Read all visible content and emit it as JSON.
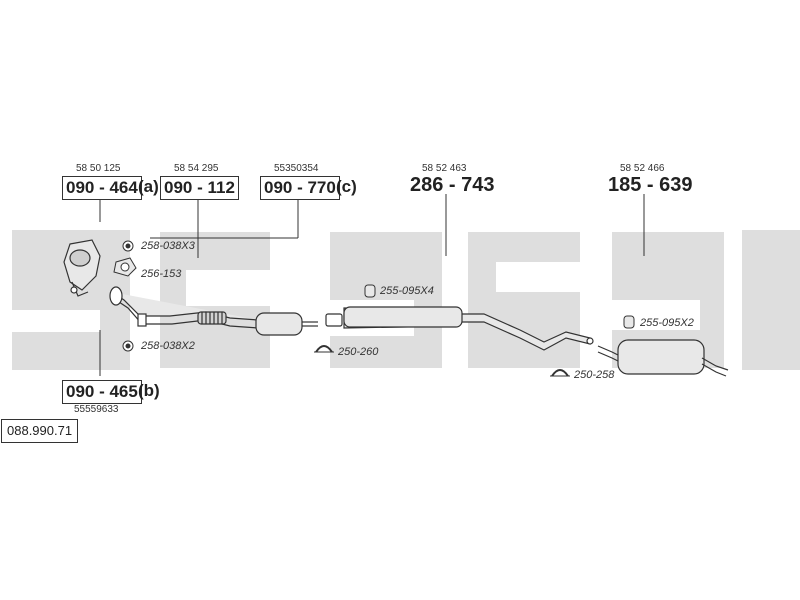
{
  "diagram_code": "088.990.71",
  "assemblies": [
    {
      "oe_number": "58 50 125",
      "part_number": "090 - 464",
      "suffix": "(a)"
    },
    {
      "oe_number": "58 54 295",
      "part_number": "090 - 112"
    },
    {
      "oe_number": "55350354",
      "part_number": "090 - 770",
      "suffix": "(c)"
    },
    {
      "oe_number": "58 52 463",
      "part_number": "286 - 743"
    },
    {
      "oe_number": "58 52 466",
      "part_number": "185 - 639"
    },
    {
      "oe_number": "55559633",
      "part_number": "090 - 465",
      "suffix": "(b)"
    }
  ],
  "fittings": [
    {
      "label": "258-038X3",
      "icon": "nut-icon"
    },
    {
      "label": "256-153",
      "icon": "gasket-icon"
    },
    {
      "label": "258-038X2",
      "icon": "nut-icon"
    },
    {
      "label": "250-260",
      "icon": "clamp-icon"
    },
    {
      "label": "255-095X4",
      "icon": "rubber-mount-icon"
    },
    {
      "label": "250-258",
      "icon": "clamp-icon"
    },
    {
      "label": "255-095X2",
      "icon": "rubber-mount-icon"
    }
  ],
  "colors": {
    "watermark": "#dedede",
    "line": "#333333",
    "part_fill": "#e8e8e8"
  }
}
